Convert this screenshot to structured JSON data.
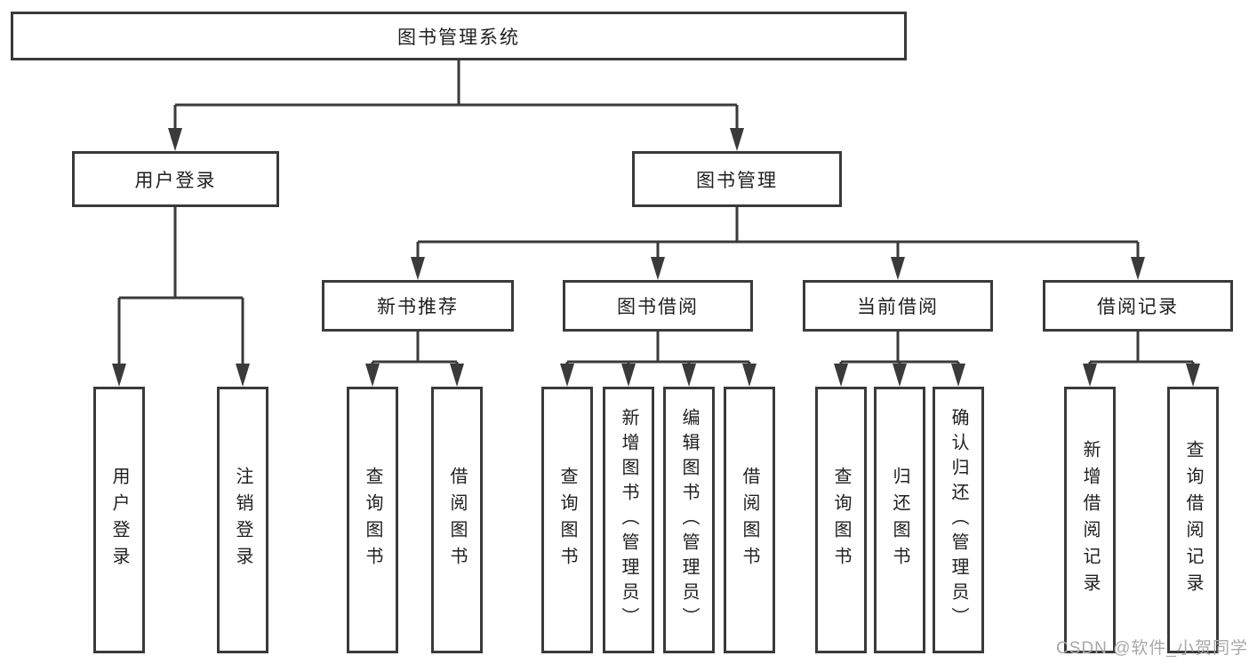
{
  "diagram": {
    "root": {
      "label": "图书管理系统"
    },
    "branches": [
      {
        "label": "用户登录",
        "children": [
          {
            "label": "用户登录"
          },
          {
            "label": "注销登录"
          }
        ]
      },
      {
        "label": "图书管理",
        "children": [
          {
            "label": "新书推荐",
            "children": [
              {
                "label": "查询图书"
              },
              {
                "label": "借阅图书"
              }
            ]
          },
          {
            "label": "图书借阅",
            "children": [
              {
                "label": "查询图书"
              },
              {
                "label": "新增图书（管理员）"
              },
              {
                "label": "编辑图书（管理员）"
              },
              {
                "label": "借阅图书"
              }
            ]
          },
          {
            "label": "当前借阅",
            "children": [
              {
                "label": "查询图书"
              },
              {
                "label": "归还图书"
              },
              {
                "label": "确认归还（管理员）"
              }
            ]
          },
          {
            "label": "借阅记录",
            "children": [
              {
                "label": "新增借阅记录"
              },
              {
                "label": "查询借阅记录"
              }
            ]
          }
        ]
      }
    ]
  },
  "watermark": {
    "text": "CSDN @软件_小贺同学"
  },
  "colors": {
    "line": "#3a3a3a",
    "box_border": "#3a3a3a",
    "box_fill": "#ffffff",
    "text": "#1f1f1f",
    "watermark": "#a9a9a9",
    "background": "#ffffff"
  }
}
